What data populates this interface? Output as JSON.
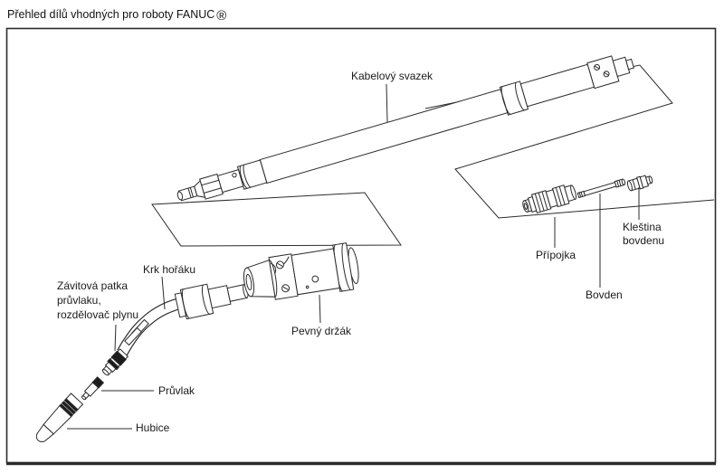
{
  "title": {
    "text": "Přehled dílů vhodných pro roboty FANUC",
    "mark": "®"
  },
  "diagram": {
    "labels": {
      "kabelovy_svazek": "Kabelový svazek",
      "krk_horaku": "Krk hořáku",
      "zavitova_patka_line1": "Závitová patka",
      "zavitova_patka_line2": "průvlaku,",
      "zavitova_patka_line3": "rozdělovač plynu",
      "pruvlak": "Průvlak",
      "hubice": "Hubice",
      "pevny_drzak": "Pevný držák",
      "pripojka": "Přípojka",
      "bovden": "Bovden",
      "klestina_line1": "Kleština",
      "klestina_line2": "bovdenu"
    },
    "colors": {
      "line": "#2b2b2b",
      "text": "#1b1b1b",
      "band": "#1c1c1c",
      "background": "#ffffff"
    }
  }
}
